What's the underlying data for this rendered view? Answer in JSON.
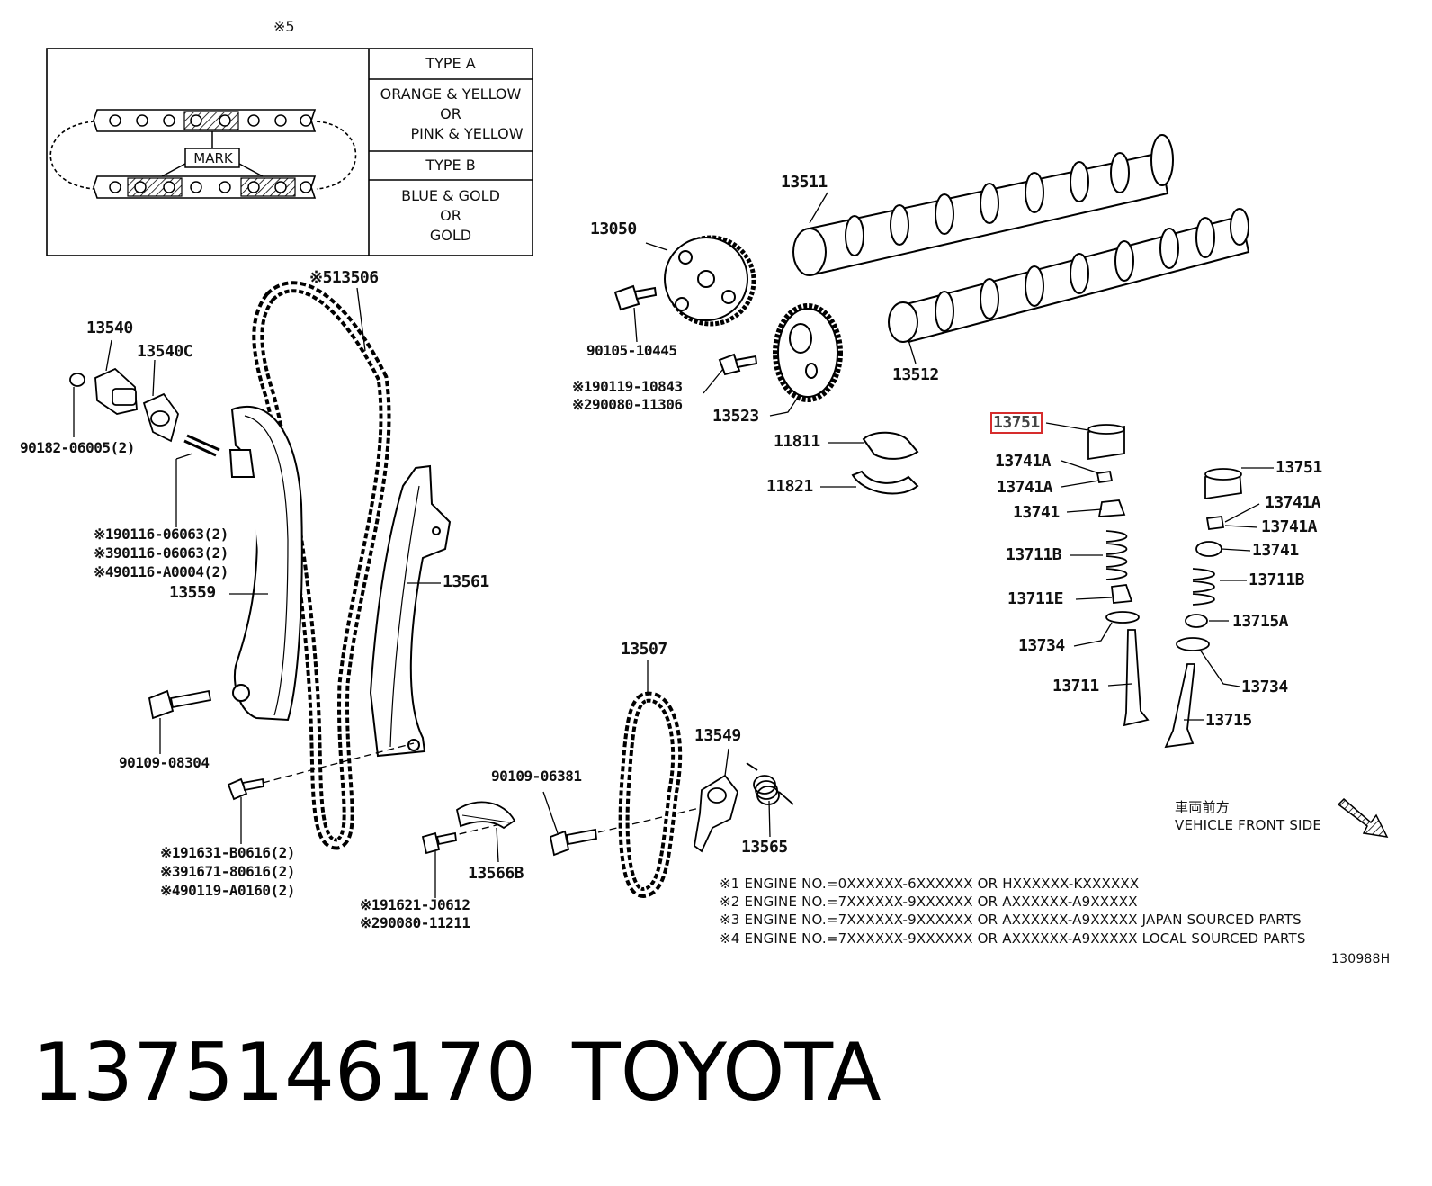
{
  "inset": {
    "ref": "※5",
    "mark": "MARK",
    "type_a": "TYPE A",
    "type_a_colors": [
      "ORANGE & YELLOW",
      "OR",
      "PINK & YELLOW"
    ],
    "type_b": "TYPE B",
    "type_b_colors": [
      "BLUE & GOLD",
      "OR",
      "GOLD"
    ]
  },
  "labels": {
    "l13506": "※513506",
    "l13540": "13540",
    "l13540c": "13540C",
    "l90182": "90182-06005(2)",
    "l90116a": "※190116-06063(2)",
    "l90116b": "※390116-06063(2)",
    "l90116c": "※490116-A0004(2)",
    "l13559": "13559",
    "l13561": "13561",
    "l90109_08304": "90109-08304",
    "l91631": "※191631-B0616(2)",
    "l91671": "※391671-80616(2)",
    "l90119": "※490119-A0160(2)",
    "l13050": "13050",
    "l90105": "90105-10445",
    "l190119": "※190119-10843",
    "l290080": "※290080-11306",
    "l13523": "13523",
    "l13511": "13511",
    "l13512": "13512",
    "l11811": "11811",
    "l11821": "11821",
    "l13751_hl": "13751",
    "l13741a_1": "13741A",
    "l13741a_2": "13741A",
    "l13741_l": "13741",
    "l13711b_l": "13711B",
    "l13711e": "13711E",
    "l13734_l": "13734",
    "l13711": "13711",
    "l13751_r": "13751",
    "l13741a_3": "13741A",
    "l13741a_4": "13741A",
    "l13741_r": "13741",
    "l13711b_r": "13711B",
    "l13715a": "13715A",
    "l13734_r": "13734",
    "l13715": "13715",
    "l13507": "13507",
    "l13549": "13549",
    "l90109_06381": "90109-06381",
    "l13565": "13565",
    "l13566b": "13566B",
    "l91621": "※191621-J0612",
    "l290080b": "※290080-11211"
  },
  "direction": {
    "jp": "車両前方",
    "en": "VEHICLE FRONT SIDE"
  },
  "notes": [
    "※1 ENGINE NO.=0XXXXXX-6XXXXXX OR HXXXXXX-KXXXXXX",
    "※2 ENGINE NO.=7XXXXXX-9XXXXXX OR AXXXXXX-A9XXXXX",
    "※3 ENGINE NO.=7XXXXXX-9XXXXXX OR AXXXXXX-A9XXXXX  JAPAN SOURCED PARTS",
    "※4 ENGINE NO.=7XXXXXX-9XXXXXX OR AXXXXXX-A9XXXXX  LOCAL SOURCED PARTS"
  ],
  "diagram_code": "130988H",
  "footer": {
    "part_number": "1375146170",
    "brand": "TOYOTA"
  },
  "highlight_color": "#d62d2d"
}
